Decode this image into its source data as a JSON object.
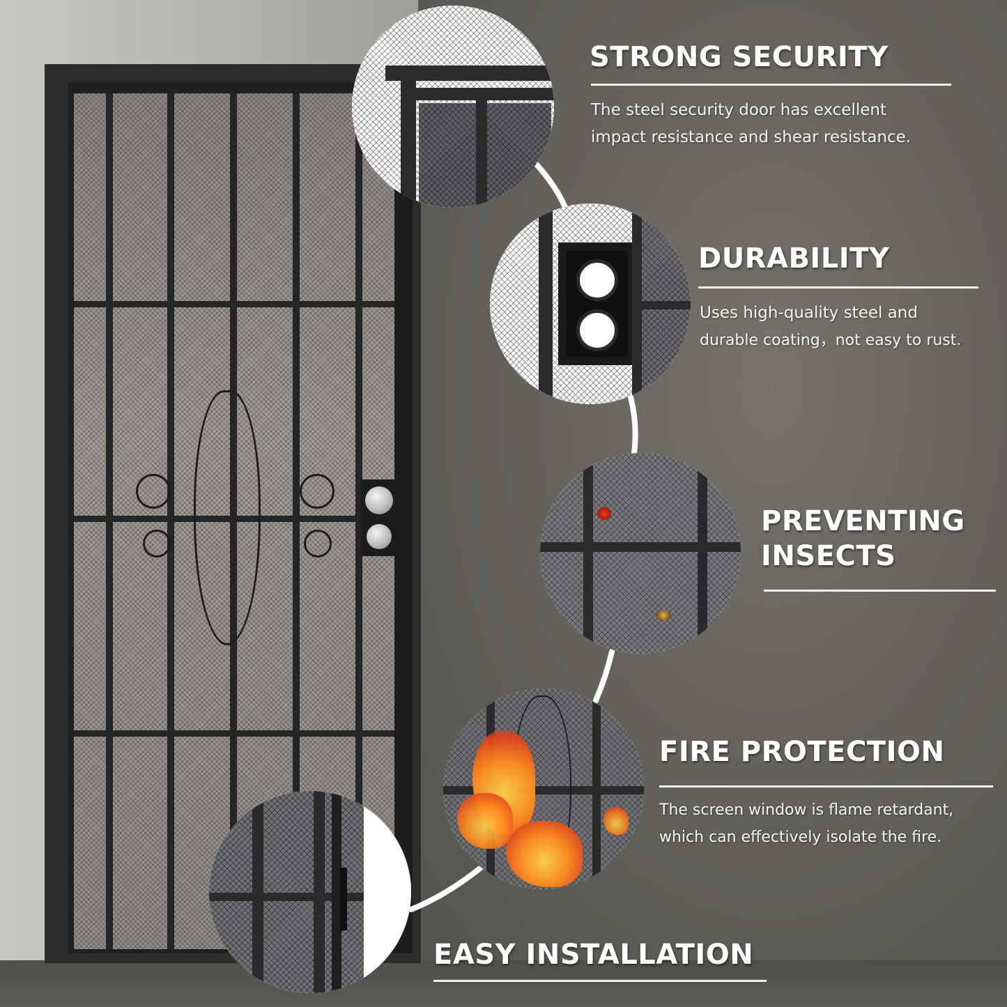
{
  "features": [
    {
      "title": "STRONG SECURITY",
      "desc_lines": [
        "The steel security door has excellent",
        "impact resistance and shear resistance."
      ]
    },
    {
      "title": "DURABILITY",
      "desc_lines": [
        "Uses high-quality steel and",
        "durable coating，not easy to rust."
      ]
    },
    {
      "title_lines": [
        "PREVENTING",
        "INSECTS"
      ]
    },
    {
      "title": "FIRE PROTECTION",
      "desc_lines": [
        "The screen window is flame retardant,",
        "which can effectively isolate the fire."
      ]
    },
    {
      "title": "EASY INSTALLATION"
    }
  ],
  "colors": {
    "text": "#ffffff",
    "wall": "#65635c",
    "door": "#242527"
  },
  "icons": [
    "security-door-closeup",
    "lock-closeup",
    "insect-mesh-closeup",
    "fire-mesh-closeup",
    "hinge-closeup"
  ]
}
